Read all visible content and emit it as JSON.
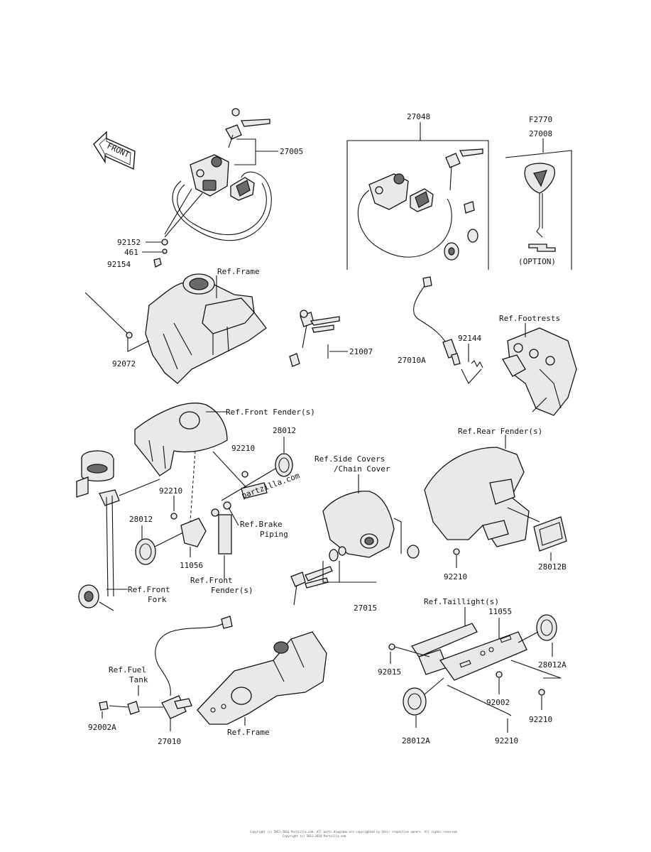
{
  "labels": {
    "front": "FRONT",
    "p27005": "27005",
    "p27048": "27048",
    "f2770": "F2770",
    "p27008": "27008",
    "option": "(OPTION)",
    "p92152": "92152",
    "p461": "461",
    "p92154": "92154",
    "ref_frame_top": "Ref.Frame",
    "p92072": "92072",
    "p21007": "21007",
    "p27010a": "27010A",
    "p92144": "92144",
    "ref_footrests": "Ref.Footrests",
    "ref_front_fender_top": "Ref.Front Fender(s)",
    "p28012_top": "28012",
    "p92210_a": "92210",
    "p92210_b": "92210",
    "ref_side_covers_1": "Ref.Side Covers",
    "ref_side_covers_2": "/Chain Cover",
    "ref_rear_fender": "Ref.Rear Fender(s)",
    "watermark": "partzilla.com",
    "p28012_left": "28012",
    "ref_brake_1": "Ref.Brake",
    "ref_brake_2": "Piping",
    "p11056": "11056",
    "ref_front_fender_bottom_1": "Ref.Front",
    "ref_front_fender_bottom_2": "Fender(s)",
    "ref_front_fork_1": "Ref.Front",
    "ref_front_fork_2": "Fork",
    "p27015": "27015",
    "p92210_c": "92210",
    "p28012b": "28012B",
    "ref_taillight": "Ref.Taillight(s)",
    "p11055": "11055",
    "p92015": "92015",
    "p28012a_right": "28012A",
    "p92002": "92002",
    "p92210_d": "92210",
    "p28012a_bottom": "28012A",
    "p92210_e": "92210",
    "ref_fuel_tank_1": "Ref.Fuel",
    "ref_fuel_tank_2": "Tank",
    "p92002a": "92002A",
    "p27010": "27010",
    "ref_frame_bottom": "Ref.Frame"
  },
  "footer": {
    "line1": "Copyright (c) 2011-2014 Partzilla.com. All parts diagrams are copyrighted by their respective owners. All rights reserved.",
    "line2": "Copyright (c) 2011-2014 Partzilla.com"
  }
}
